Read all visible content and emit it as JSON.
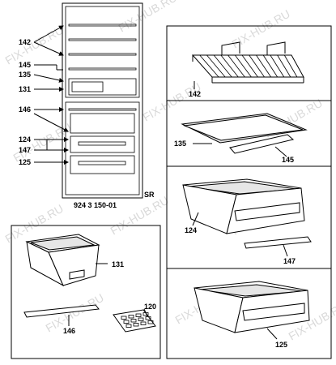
{
  "watermark": "FIX-HUB.RU",
  "fridge": {
    "model": "924 3 150-01",
    "suffix": "SR",
    "labels": [
      "142",
      "145",
      "135",
      "131",
      "146",
      "124",
      "147",
      "125"
    ]
  },
  "panels": {
    "shelf_wire": {
      "part": "142"
    },
    "glass_shelf": {
      "part_glass": "135",
      "part_strip": "145"
    },
    "crisper_top": {
      "part_drawer": "124",
      "part_handle": "147"
    },
    "crisper_bottom": {
      "part_drawer": "125"
    },
    "accessories": {
      "part_box": "131",
      "part_strip": "146",
      "part_ice": "120"
    }
  }
}
